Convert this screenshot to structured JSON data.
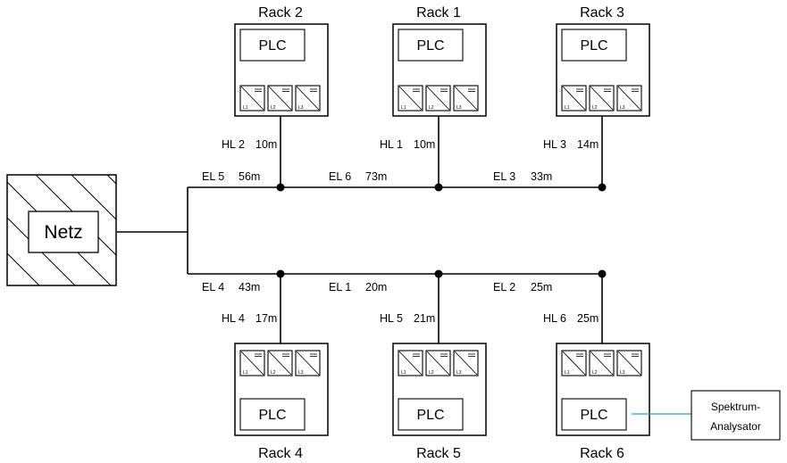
{
  "grid": {
    "label": "Netz"
  },
  "racks": [
    {
      "id": "rack2",
      "title": "Rack 2",
      "plc": "PLC",
      "phases": [
        "L1",
        "L2",
        "L3"
      ]
    },
    {
      "id": "rack1",
      "title": "Rack 1",
      "plc": "PLC",
      "phases": [
        "L1",
        "L2",
        "L3"
      ]
    },
    {
      "id": "rack3",
      "title": "Rack 3",
      "plc": "PLC",
      "phases": [
        "L1",
        "L2",
        "L3"
      ]
    },
    {
      "id": "rack4",
      "title": "Rack 4",
      "plc": "PLC",
      "phases": [
        "L1",
        "L2",
        "L3"
      ]
    },
    {
      "id": "rack5",
      "title": "Rack 5",
      "plc": "PLC",
      "phases": [
        "L1",
        "L2",
        "L3"
      ]
    },
    {
      "id": "rack6",
      "title": "Rack 6",
      "plc": "PLC",
      "phases": [
        "L1",
        "L2",
        "L3"
      ]
    }
  ],
  "main_lines": [
    {
      "id": "el5",
      "name": "EL 5",
      "length": "56m"
    },
    {
      "id": "el6",
      "name": "EL 6",
      "length": "73m"
    },
    {
      "id": "el3",
      "name": "EL 3",
      "length": "33m"
    },
    {
      "id": "el4",
      "name": "EL 4",
      "length": "43m"
    },
    {
      "id": "el1",
      "name": "EL 1",
      "length": "20m"
    },
    {
      "id": "el2",
      "name": "EL 2",
      "length": "25m"
    }
  ],
  "branch_lines": [
    {
      "id": "hl2",
      "name": "HL 2",
      "length": "10m"
    },
    {
      "id": "hl1",
      "name": "HL 1",
      "length": "10m"
    },
    {
      "id": "hl3",
      "name": "HL 3",
      "length": "14m"
    },
    {
      "id": "hl4",
      "name": "HL 4",
      "length": "17m"
    },
    {
      "id": "hl5",
      "name": "HL 5",
      "length": "21m"
    },
    {
      "id": "hl6",
      "name": "HL 6",
      "length": "25m"
    }
  ],
  "analyzer": {
    "line1": "Spektrum-",
    "line2": "Analysator"
  },
  "colors": {
    "line": "#000000",
    "analyzer_link": "#2e9ad0"
  }
}
